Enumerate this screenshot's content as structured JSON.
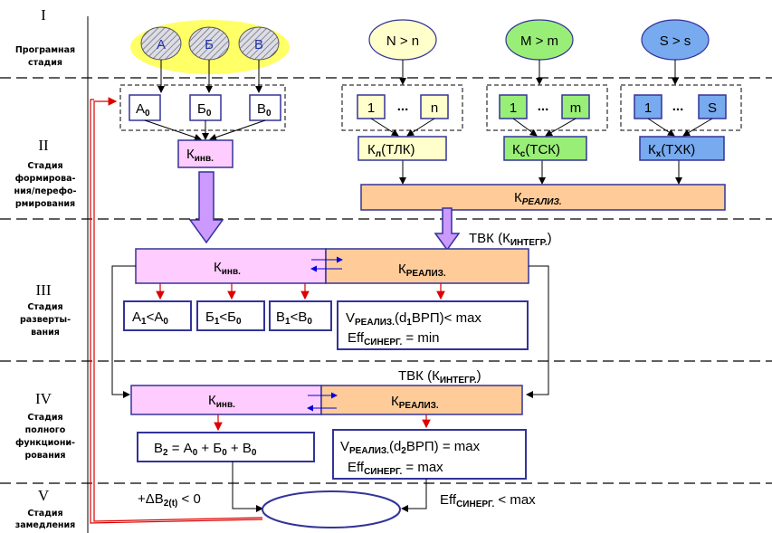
{
  "stages": [
    {
      "numeral": "I",
      "lines": [
        "Програмная",
        "стадия"
      ]
    },
    {
      "numeral": "II",
      "lines": [
        "Стадия",
        "формирова-",
        "ния/перефо-",
        "рмирования"
      ]
    },
    {
      "numeral": "III",
      "lines": [
        "Стадия",
        "разверты-",
        "вания"
      ]
    },
    {
      "numeral": "IV",
      "lines": [
        "Стадия",
        "полного",
        "функциони-",
        "рования"
      ]
    },
    {
      "numeral": "V",
      "lines": [
        "Стадия",
        "замедления"
      ]
    }
  ],
  "stage1": {
    "circles": [
      "А",
      "Б",
      "В"
    ],
    "ellipses": [
      {
        "label": "N > n",
        "color": "#ffffcc"
      },
      {
        "label": "M > m",
        "color": "#99ee77"
      },
      {
        "label": "S > s",
        "color": "#77aaee"
      }
    ]
  },
  "stage2": {
    "abv": [
      {
        "main": "А",
        "sub": "0"
      },
      {
        "main": "Б",
        "sub": "0"
      },
      {
        "main": "В",
        "sub": "0"
      }
    ],
    "groups": [
      {
        "first": "1",
        "dots": "...",
        "last": "n",
        "color": "#ffffcc"
      },
      {
        "first": "1",
        "dots": "...",
        "last": "m",
        "color": "#99ee77"
      },
      {
        "first": "1",
        "dots": "...",
        "last": "S",
        "color": "#77aaee"
      }
    ],
    "k_inv": {
      "main": "К",
      "sub": "инв."
    },
    "k_boxes": [
      {
        "main": "К",
        "sub": "л",
        "tail": "(ТЛК)",
        "color": "#ffffcc"
      },
      {
        "main": "К",
        "sub": "с",
        "tail": "(ТСК)",
        "color": "#99ee77"
      },
      {
        "main": "К",
        "sub": "х",
        "tail": "(ТХК)",
        "color": "#77aaee"
      }
    ],
    "k_real": {
      "main": "К",
      "sub": "РЕАЛИЗ."
    }
  },
  "stage3": {
    "tvk": {
      "main": "ТВК (К",
      "sub": "ИНТЕГР.",
      "tail": ")"
    },
    "k_inv": {
      "main": "К",
      "sub": "инв."
    },
    "k_real": {
      "main": "К",
      "sub": "РЕАЛИЗ."
    },
    "inequalities": [
      {
        "a": "А",
        "as": "1",
        "op": "<",
        "b": "А",
        "bs": "0"
      },
      {
        "a": "Б",
        "as": "1",
        "op": "<",
        "b": "Б",
        "bs": "0"
      },
      {
        "a": "В",
        "as": "1",
        "op": "<",
        "b": "В",
        "bs": "0"
      }
    ],
    "v_line": {
      "main": "V",
      "sub": "РЕАЛИЗ.",
      "mid": "(d",
      "sub2": "1",
      "tail": "ВРП)< max"
    },
    "eff_line": {
      "main": "Eff",
      "sub": "СИНЕРГ.",
      "tail": " = min"
    }
  },
  "stage4": {
    "tvk": {
      "main": "ТВК (К",
      "sub": "ИНТЕГР.",
      "tail": ")"
    },
    "k_inv": {
      "main": "К",
      "sub": "инв."
    },
    "k_real": {
      "main": "К",
      "sub": "РЕАЛИЗ."
    },
    "sum": {
      "t1": "В",
      "s1": "2",
      "t2": " = А",
      "s2": "0",
      "t3": " + Б",
      "s3": "0",
      "t4": " + В",
      "s4": "0"
    },
    "v_line": {
      "main": "V",
      "sub": "РЕАЛИЗ.",
      "mid": "(d",
      "sub2": "2",
      "tail": "ВРП) = max"
    },
    "eff_line": {
      "main": "Eff",
      "sub": "СИНЕРГ.",
      "tail": " = max"
    }
  },
  "stage5": {
    "left": {
      "main": "+ΔB",
      "sub": "2(t)",
      "tail": " < 0"
    },
    "right": {
      "main": "Eff",
      "sub": "СИНЕРГ.",
      "tail": " < max"
    }
  },
  "colors": {
    "pink": "#ffccff",
    "peach": "#ffcc99",
    "border": "#333399",
    "purple_arrow": "#cc99ff",
    "red_arrow": "#dd0000",
    "blue_arrow": "#0000dd"
  }
}
